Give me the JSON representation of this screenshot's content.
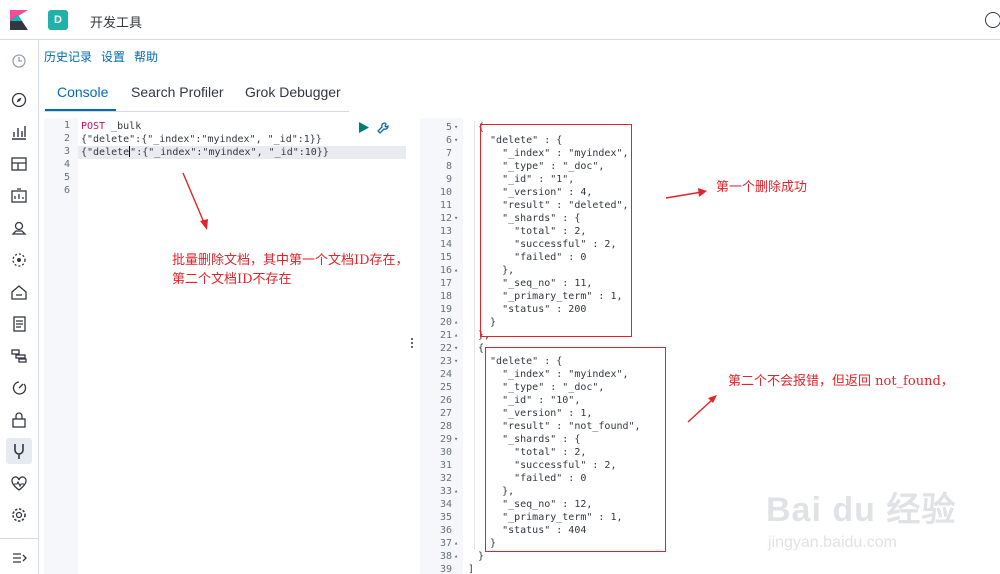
{
  "header": {
    "app_badge": "D",
    "title": "开发工具"
  },
  "submenu": {
    "history": "历史记录",
    "settings": "设置",
    "help": "帮助"
  },
  "tabs": [
    "Console",
    "Search Profiler",
    "Grok Debugger"
  ],
  "editor": {
    "line_numbers": [
      "1",
      "2",
      "3",
      "4",
      "5",
      "6"
    ],
    "line1_method": "POST",
    "line1_path": " _bulk",
    "line2": "{\"delete\":{\"_index\":\"myindex\", \"_id\":1}}",
    "line3_a": "{\"delete",
    "line3_b": "\":{\"_index\":\"myindex\", \"_id\":10}}"
  },
  "output": {
    "first_line_no": 5,
    "lines": [
      "{",
      "  \"delete\" : {",
      "    \"_index\" : \"myindex\",",
      "    \"_type\" : \"_doc\",",
      "    \"_id\" : \"1\",",
      "    \"_version\" : 4,",
      "    \"result\" : \"deleted\",",
      "    \"_shards\" : {",
      "      \"total\" : 2,",
      "      \"successful\" : 2,",
      "      \"failed\" : 0",
      "    },",
      "    \"_seq_no\" : 11,",
      "    \"_primary_term\" : 1,",
      "    \"status\" : 200",
      "  }",
      "},",
      "{",
      "  \"delete\" : {",
      "    \"_index\" : \"myindex\",",
      "    \"_type\" : \"_doc\",",
      "    \"_id\" : \"10\",",
      "    \"_version\" : 1,",
      "    \"result\" : \"not_found\",",
      "    \"_shards\" : {",
      "      \"total\" : 2,",
      "      \"successful\" : 2,",
      "      \"failed\" : 0",
      "    },",
      "    \"_seq_no\" : 12,",
      "    \"_primary_term\" : 1,",
      "    \"status\" : 404",
      "  }",
      "}",
      "]"
    ],
    "fold_open_lines": [
      5,
      6,
      12,
      22,
      23,
      29
    ],
    "fold_close_lines": [
      16,
      20,
      21,
      33,
      37,
      38
    ]
  },
  "annotations": {
    "editor_note_line1": "批量删除文档，其中第一个文档ID存在，",
    "editor_note_line2": "第二个文档ID不存在",
    "first_result_note": "第一个删除成功",
    "second_result_note": "第二个不会报错，但返回 not_found，",
    "color": "#e0242b"
  },
  "watermark": {
    "main": "Bai du 经验",
    "sub": "jingyan.baidu.com"
  },
  "colors": {
    "accent": "#006bb4",
    "keyword": "#c80a68",
    "string": "#00a69b",
    "app_badge": "#20b2aa"
  }
}
